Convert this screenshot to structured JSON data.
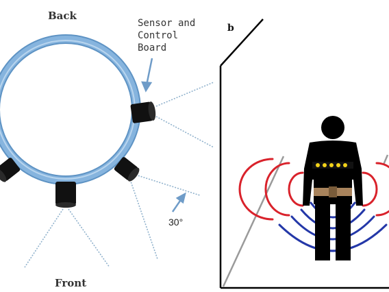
{
  "panel_a": {
    "label_back": "Back",
    "label_front": "Front",
    "sensor_label_lines": [
      "Sensor and",
      "Control",
      "Board"
    ],
    "angle_label": "30°",
    "colors": {
      "ring": "#86b4de",
      "ring_edge": "#5e93c4",
      "sensor": "#111111",
      "beam": "#8fb1cc",
      "arrow": "#6f9cc8"
    }
  },
  "panel_b": {
    "label": "b",
    "colors": {
      "frame": "#000000",
      "figure": "#000000",
      "belt_dots": "#f2d21a",
      "waist_belt": "#a8835c",
      "upper_waves": "#d9222b",
      "lower_waves": "#2438a8",
      "guide_lines": "#9a9a9a"
    }
  }
}
